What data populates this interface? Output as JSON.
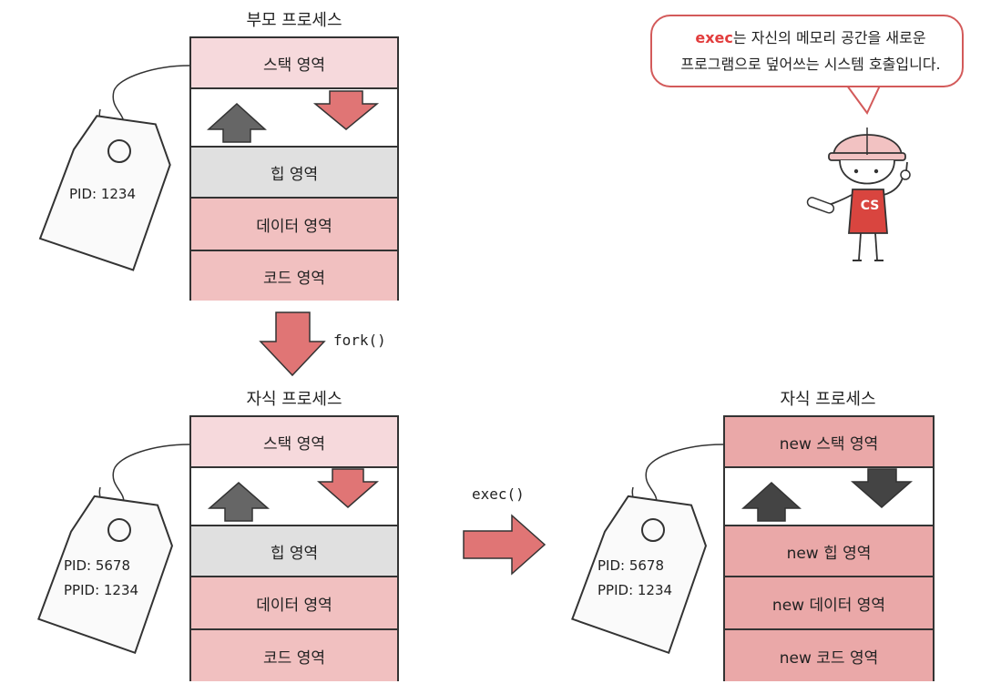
{
  "parent": {
    "title": "부모 프로세스",
    "tag": [
      "PID: 1234"
    ],
    "segments": {
      "stack": "스택 영역",
      "heap": "힙 영역",
      "data": "데이터 영역",
      "code": "코드 영역"
    }
  },
  "fork_label": "fork()",
  "child": {
    "title": "자식 프로세스",
    "tag": [
      "PID: 5678",
      "PPID: 1234"
    ],
    "segments": {
      "stack": "스택 영역",
      "heap": "힙 영역",
      "data": "데이터 영역",
      "code": "코드 영역"
    }
  },
  "exec_label": "exec()",
  "child_exec": {
    "title": "자식 프로세스",
    "tag": [
      "PID: 5678",
      "PPID: 1234"
    ],
    "segments": {
      "stack": "new 스택 영역",
      "heap": "new 힙 영역",
      "data": "new 데이터 영역",
      "code": "new 코드 영역"
    }
  },
  "bubble": {
    "highlight": "exec",
    "line1_rest": "는 자신의 메모리 공간을 새로운",
    "line2": "프로그램으로 덮어쓰는 시스템 호출입니다."
  },
  "mascot_shirt_text": "CS",
  "colors": {
    "stack": "#f6d9dc",
    "heap": "#e0e0e0",
    "data": "#f1c0c0",
    "new": "#eaa8a8",
    "arrow_red": "#e07575",
    "arrow_gray": "#666666",
    "accent": "#e23c3c"
  }
}
